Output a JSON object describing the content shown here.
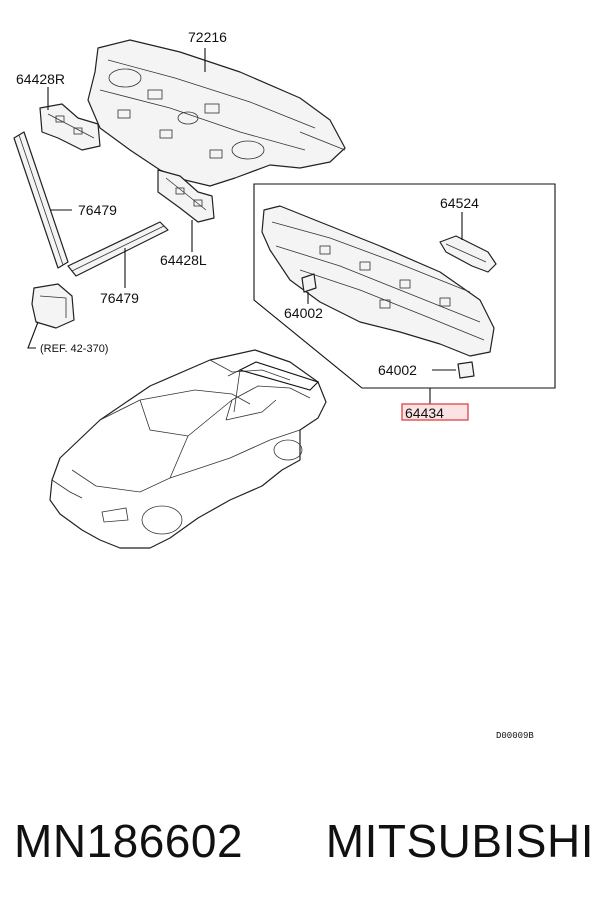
{
  "callouts": {
    "rear_shelf_panel": "72216",
    "bracket_right": "64428R",
    "bracket_left": "64428L",
    "weatherstrip_upper": "76479",
    "weatherstrip_lower": "76479",
    "panel_clip": "64524",
    "plug_upper": "64002",
    "plug_lower": "64002",
    "rear_panel_assy": "64434",
    "reference": "(REF. 42-370)"
  },
  "diagram_code": "D00009B",
  "highlight_color": "#e05050",
  "footer": {
    "part_number": "MN186602",
    "brand": "MITSUBISHI"
  }
}
